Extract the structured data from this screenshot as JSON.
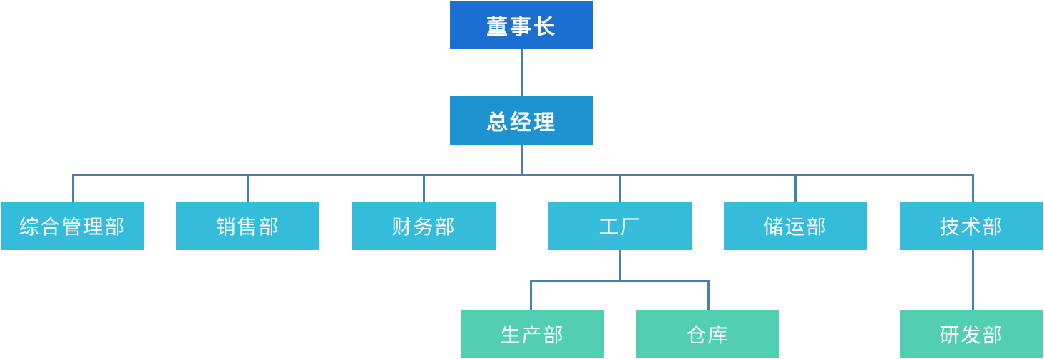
{
  "org_chart": {
    "chairman": "董事长",
    "general_manager": "总经理",
    "departments": [
      "综合管理部",
      "销售部",
      "财务部",
      "工厂",
      "储运部",
      "技术部"
    ],
    "factory_units": [
      "生产部",
      "仓库"
    ],
    "tech_units": [
      "研发部"
    ]
  },
  "colors": {
    "chairman": "#1b6fd0",
    "general_manager": "#1d93d1",
    "department": "#35bcdb",
    "sub_unit": "#52cfb0",
    "connector": "#4a7fb0"
  }
}
